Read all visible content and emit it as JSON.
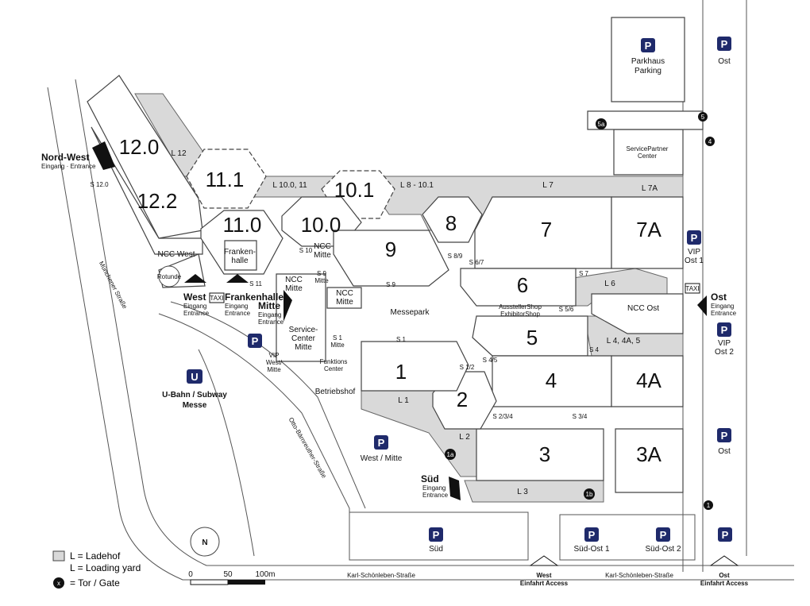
{
  "halls": [
    {
      "id": "12.0",
      "label": "12.0"
    },
    {
      "id": "12.2",
      "label": "12.2"
    },
    {
      "id": "11.1",
      "label": "11.1"
    },
    {
      "id": "11.0",
      "label": "11.0"
    },
    {
      "id": "10.1",
      "label": "10.1"
    },
    {
      "id": "10.0",
      "label": "10.0"
    },
    {
      "id": "9",
      "label": "9"
    },
    {
      "id": "8",
      "label": "8"
    },
    {
      "id": "7",
      "label": "7"
    },
    {
      "id": "7A",
      "label": "7A"
    },
    {
      "id": "6",
      "label": "6"
    },
    {
      "id": "5",
      "label": "5"
    },
    {
      "id": "4",
      "label": "4"
    },
    {
      "id": "4A",
      "label": "4A"
    },
    {
      "id": "3",
      "label": "3"
    },
    {
      "id": "3A",
      "label": "3A"
    },
    {
      "id": "2",
      "label": "2"
    },
    {
      "id": "1",
      "label": "1"
    }
  ],
  "loading_yards": {
    "l12": "L 12",
    "l10": "L 10.0, 11",
    "l8": "L 8 - 10.1",
    "l7": "L 7",
    "l7a": "L 7A",
    "l6": "L 6",
    "l445": "L 4, 4A, 5",
    "l1": "L 1",
    "l2": "L 2",
    "l3": "L 3"
  },
  "service_points": {
    "s120": "S 12.0",
    "s10": "S 10",
    "s11": "S 11",
    "s9m": "S 9\nMitte",
    "s9": "S 9",
    "s89": "S 8/9",
    "s67": "S 6/7",
    "s7": "S 7",
    "s56": "S 5/6",
    "s4": "S 4",
    "s45": "S 4/5",
    "s12": "S 1/2",
    "s1": "S 1",
    "s1m": "S 1\nMitte",
    "s234": "S 2/3/4",
    "s34": "S 3/4"
  },
  "buildings": {
    "ncc_west": "NCC West",
    "rotunde": "Rotunde",
    "frankenhalle_box": "Franken-\nhalle",
    "ncc_mitte_top": "NCC\nMitte",
    "ncc_mitte_left": "NCC\nMitte",
    "ncc_mitte_box": "NCC\nMitte",
    "service_center": "Service-\nCenter\nMitte",
    "funktions_center": "Funktions\nCenter",
    "messepark": "Messepark",
    "betriebshof": "Betriebshof",
    "exhibitor_shop": "AusstellerShop\nExhibitorShop",
    "ncc_ost": "NCC Ost",
    "service_partner": "ServicePartner\nCenter"
  },
  "entrances": {
    "nordwest_title": "Nord-West",
    "nordwest_sub": "Eingang · Entrance",
    "west_title": "West",
    "west_sub1": "Eingang",
    "west_sub2": "Entrance",
    "franken_title": "Frankenhalle",
    "franken_sub1": "Eingang",
    "franken_sub2": "Entrance",
    "mitte_title": "Mitte",
    "mitte_sub1": "Eingang",
    "mitte_sub2": "Entrance",
    "sued_title": "Süd",
    "sued_sub1": "Eingang",
    "sued_sub2": "Entrance",
    "ost_title": "Ost",
    "ost_sub1": "Eingang",
    "ost_sub2": "Entrance"
  },
  "parking": {
    "p_symbol": "P",
    "parkhaus": "Parkhaus",
    "parking": "Parking",
    "ost_top": "Ost",
    "vip_ost1_a": "VIP",
    "vip_ost1_b": "Ost 1",
    "vip_ost2_a": "VIP",
    "vip_ost2_b": "Ost 2",
    "ost_mid": "Ost",
    "vip_west_mitte": "VIP\nWest/\nMitte",
    "west_mitte": "West / Mitte",
    "sued": "Süd",
    "sued_ost1": "Süd-Ost 1",
    "sued_ost2": "Süd-Ost 2"
  },
  "streets": {
    "muenchener": "Münchener Straße",
    "otto": "Otto-Bärnreuther-Straße",
    "karl_left": "Karl-Schönleben-Straße",
    "karl_right": "Karl-Schönleben-Straße"
  },
  "access": {
    "west_a": "West",
    "west_b": "Einfahrt  Access",
    "ost_a": "Ost",
    "ost_b": "Einfahrt  Access"
  },
  "transit": {
    "ubahn_symbol": "U",
    "ubahn_line1": "U-Bahn / Subway",
    "ubahn_line2": "Messe"
  },
  "taxi": "TAXI",
  "gates": {
    "g5": "5",
    "g4": "4",
    "g5a": "5a",
    "g1": "1",
    "g1a": "1a",
    "g1b": "1b"
  },
  "legend": {
    "ladehof": "L = Ladehof",
    "loading": "L = Loading yard",
    "gate_symbol": "x",
    "gate": "= Tor / Gate",
    "scale_0": "0",
    "scale_50": "50",
    "scale_100": "100m"
  },
  "compass": "N",
  "colors": {
    "parking_blue": "#1f2a6b",
    "yard_grey": "#d9d9d9",
    "outline": "#444444"
  }
}
